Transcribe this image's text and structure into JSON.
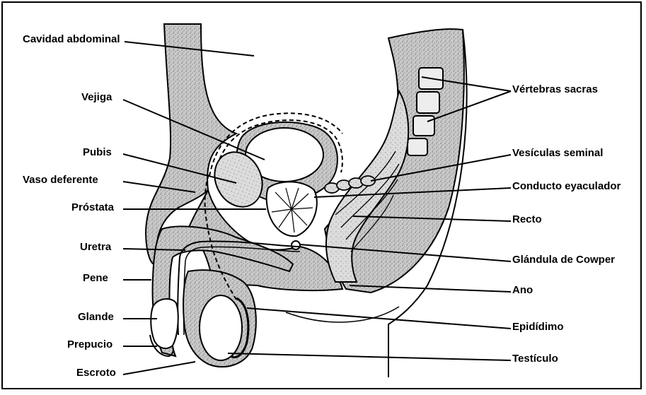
{
  "diagram": {
    "labels_left": [
      "Cavidad abdominal",
      "Vejiga",
      "Pubis",
      "Vaso deferente",
      "Próstata",
      "Uretra",
      "Pene",
      "Glande",
      "Prepucio",
      "Escroto"
    ],
    "labels_right": [
      "Vértebras sacras",
      "Vesículas seminal",
      "Conducto eyaculador",
      "Recto",
      "Glándula de Cowper",
      "Ano",
      "Epidídimo",
      "Testículo"
    ]
  }
}
